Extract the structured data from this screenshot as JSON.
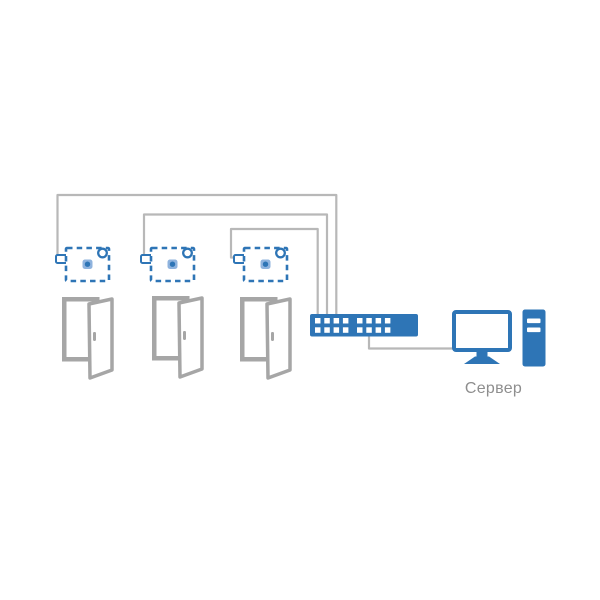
{
  "page": {
    "background": "#ffffff"
  },
  "colors": {
    "accent": "#2e75b6",
    "accent-light": "#8fb3de",
    "wire": "#b8b8b8",
    "door": "#a6a6a6",
    "label": "#8e8e8e",
    "bg": "#ffffff"
  },
  "server": {
    "label": "Сервер"
  },
  "icons": {
    "controller": "access-controller-board-icon",
    "door": "open-door-icon",
    "switch": "network-switch-icon",
    "monitor": "monitor-icon",
    "tower": "pc-tower-icon"
  },
  "diagram": {
    "type": "topology",
    "nodes": [
      {
        "id": "controller-1",
        "kind": "access-controller-board",
        "label": ""
      },
      {
        "id": "controller-2",
        "kind": "access-controller-board",
        "label": ""
      },
      {
        "id": "controller-3",
        "kind": "access-controller-board",
        "label": ""
      },
      {
        "id": "door-1",
        "kind": "door",
        "label": ""
      },
      {
        "id": "door-2",
        "kind": "door",
        "label": ""
      },
      {
        "id": "door-3",
        "kind": "door",
        "label": ""
      },
      {
        "id": "switch",
        "kind": "network-switch",
        "label": ""
      },
      {
        "id": "server",
        "kind": "server",
        "label": "Сервер"
      }
    ],
    "edges": [
      {
        "from": "controller-1",
        "to": "switch",
        "port": 3
      },
      {
        "from": "controller-2",
        "to": "switch",
        "port": 2
      },
      {
        "from": "controller-3",
        "to": "switch",
        "port": 1
      },
      {
        "from": "switch",
        "to": "server"
      }
    ],
    "pairs_implied_by_layout": [
      {
        "controller": "controller-1",
        "door": "door-1"
      },
      {
        "controller": "controller-2",
        "door": "door-2"
      },
      {
        "controller": "controller-3",
        "door": "door-3"
      }
    ]
  }
}
